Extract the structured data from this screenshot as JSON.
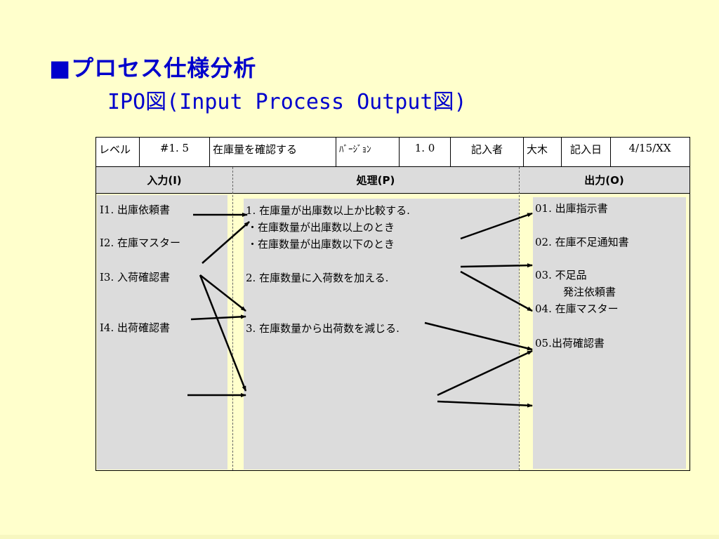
{
  "title": {
    "line1": "■プロセス仕様分析",
    "line2": "IPO図(Input Process Output図)"
  },
  "header": {
    "level_label": "レベル",
    "level_value": "#1. 5",
    "process_name": "在庫量を確認する",
    "version_label": "ﾊﾞｰｼﾞｮﾝ",
    "version_value": "1. 0",
    "author_label": "記入者",
    "author_value": "大木",
    "date_label": "記入日",
    "date_value": "4/15/XX"
  },
  "columns": {
    "input": "入力(I)",
    "process": "処理(P)",
    "output": "出力(O)"
  },
  "inputs": [
    "I1. 出庫依頼書",
    "I2. 在庫マスター",
    "I3. 入荷確認書",
    "I4. 出荷確認書"
  ],
  "processes": {
    "p1": "1. 在庫量が出庫数以上か比較する.",
    "p1a": "・在庫数量が出庫数以上のとき",
    "p1b": "・在庫数量が出庫数以下のとき",
    "p2": "2. 在庫数量に入荷数を加える.",
    "p3": "3. 在庫数量から出荷数を減じる."
  },
  "outputs": {
    "o1": "01. 出庫指示書",
    "o2": "02. 在庫不足通知書",
    "o3a": "03. 不足品",
    "o3b": "発注依頼書",
    "o4": "04. 在庫マスター",
    "o5": "05.出荷確認書"
  }
}
